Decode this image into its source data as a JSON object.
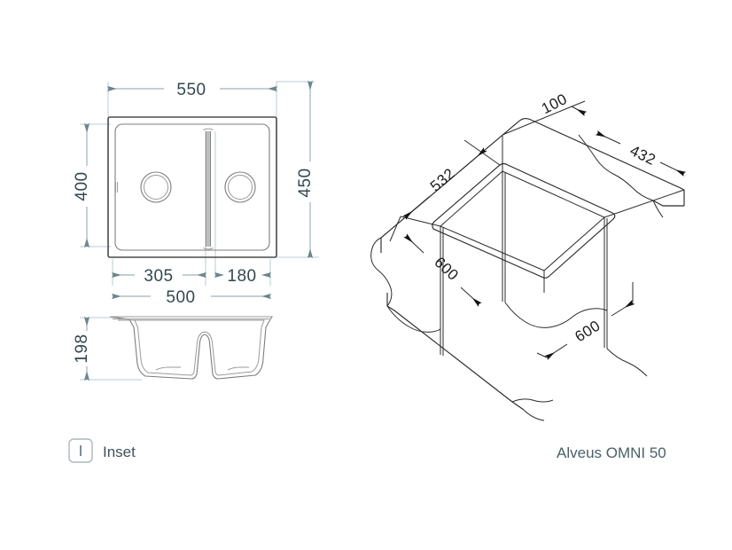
{
  "drawing": {
    "title": "Alveus OMNI 50 sink technical drawing",
    "background_color": "#ffffff",
    "line_color": "#4a4a4a",
    "dimension_color": "#33484f",
    "dimension_line_color": "#8aa0a8"
  },
  "top_view": {
    "name": "top-view",
    "dimensions": {
      "overall_width": "550",
      "overall_depth_right": "450",
      "bowl_depth_left": "400",
      "bowl_left_width": "305",
      "bowl_right_width": "180",
      "inner_width": "500"
    }
  },
  "front_view": {
    "name": "front-section-view",
    "dimensions": {
      "bowl_depth": "198"
    }
  },
  "iso_view": {
    "name": "isometric-installation-view",
    "dimensions": {
      "edge_offset": "100",
      "cutout_width": "432",
      "cutout_length": "532",
      "countertop_depth": "600",
      "cabinet_width": "600"
    }
  },
  "footer": {
    "mount_type_label": "Inset",
    "mount_icon": "inset-icon",
    "product_name": "Alveus OMNI 50"
  }
}
